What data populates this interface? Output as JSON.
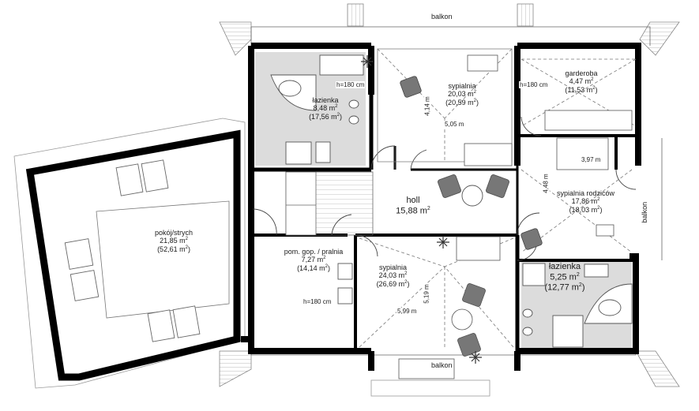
{
  "balcony_labels": {
    "top": "balkon",
    "bottom": "balkon",
    "right": "balkon"
  },
  "rooms": {
    "attic": {
      "name": "pokój/strych",
      "area": "21,85 m",
      "total": "(52,61 m",
      "sup": "2",
      "close": ")"
    },
    "bath_top": {
      "name": "łazienka",
      "area": "8,48 m",
      "total": "(17,56 m",
      "sup": "2",
      "close": ")"
    },
    "bed_top": {
      "name": "sypialnia",
      "area": "20,03 m",
      "total": "(20,59 m",
      "sup": "2",
      "close": ")"
    },
    "wardrobe": {
      "name": "garderoba",
      "area": "4,47 m",
      "total": "(11,53 m",
      "sup": "2",
      "close": ")"
    },
    "hall": {
      "name": "holl",
      "area": "15,88 m",
      "sup": "2"
    },
    "master": {
      "name": "sypialnia rodziców",
      "area": "17,86 m",
      "total": "(18,03 m",
      "sup": "2",
      "close": ")"
    },
    "utility": {
      "name": "pom. gop. / pralnia",
      "area": "7,27 m",
      "total": "(14,14 m",
      "sup": "2",
      "close": ")"
    },
    "bed_bottom": {
      "name": "sypialnia",
      "area": "24,03 m",
      "total": "(26,69 m",
      "sup": "2",
      "close": ")"
    },
    "bath_bottom": {
      "name": "łazienka",
      "area": "5,25 m",
      "total": "(12,77 m",
      "sup": "2",
      "close": ")"
    }
  },
  "dimensions": {
    "h180_bath": "h=180 cm",
    "h180_wardrobe": "h=180 cm",
    "h180_utility": "h=180 cm",
    "bed_top_width": "5,05 m",
    "bed_top_depth": "4,14 m",
    "master_width": "3,97 m",
    "master_depth": "4,48 m",
    "bed_bottom_width": "5,99 m",
    "bed_bottom_depth": "5,19 m"
  },
  "colors": {
    "wall": "#000000",
    "tile": "#dcdcdc",
    "line": "#555555",
    "roof": "#999999"
  }
}
